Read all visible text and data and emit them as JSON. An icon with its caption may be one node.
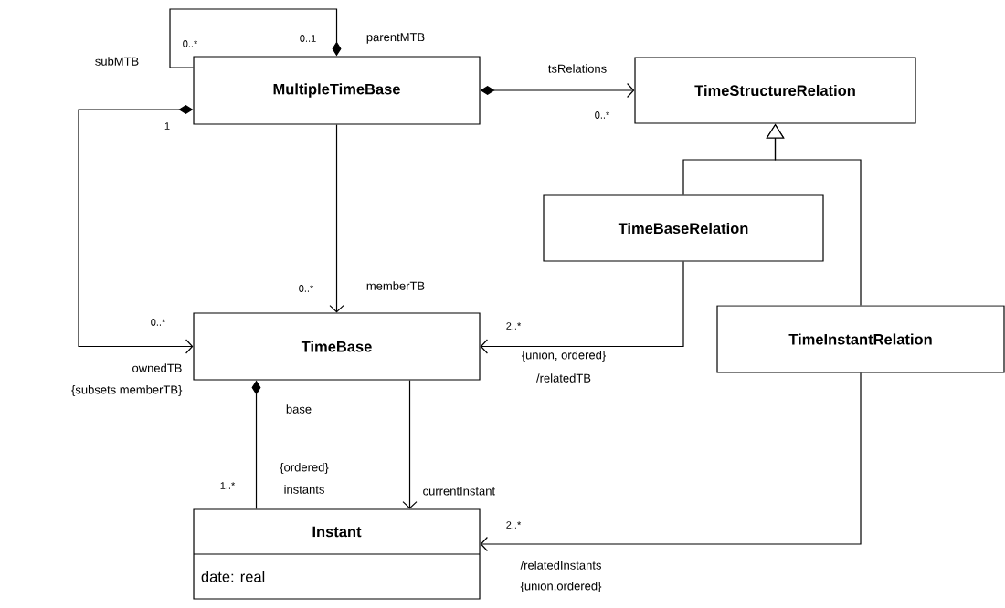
{
  "diagram": {
    "nodes": [
      {
        "text": [
          "MultipleTimeBase"
        ]
      },
      {
        "text": [
          "TimeStructureRelation"
        ]
      },
      {
        "text": [
          "TimeBaseRelation"
        ]
      },
      {
        "text": [
          "TimeBase"
        ]
      },
      {
        "text": [
          "TimeInstantRelation"
        ]
      },
      {
        "text": [
          "Instant",
          "date: real"
        ]
      }
    ],
    "edges": [
      {
        "from": 0,
        "to": 0,
        "arrow": "other"
      },
      {
        "from": 0,
        "to": 1,
        "arrow": "to"
      },
      {
        "from": 0,
        "to": 3,
        "arrow": "to"
      },
      {
        "from": 0,
        "to": 3,
        "arrow": "to"
      },
      {
        "from": 2,
        "to": 3,
        "arrow": "to"
      },
      {
        "from": 3,
        "to": 5,
        "arrow": "other"
      },
      {
        "from": 3,
        "to": 5,
        "arrow": "to"
      },
      {
        "from": 4,
        "to": 5,
        "arrow": "to"
      },
      {
        "from": 2,
        "to": 1,
        "arrow": "to"
      },
      {
        "from": 4,
        "to": 1,
        "arrow": "to"
      }
    ],
    "labels": [
      "0..1",
      "parentMTB",
      "subMTB",
      "0..*",
      "tsRelations",
      "0..*",
      "1",
      "0..*",
      "memberTB",
      "0..*",
      "2..*",
      "ownedTB",
      "{subsets memberTB}",
      "{union, ordered}",
      "/relatedTB",
      "base",
      "{ordered}",
      "1..*",
      "instants",
      "currentInstant",
      "2..*",
      "/relatedInstants",
      "{union,ordered}"
    ]
  }
}
